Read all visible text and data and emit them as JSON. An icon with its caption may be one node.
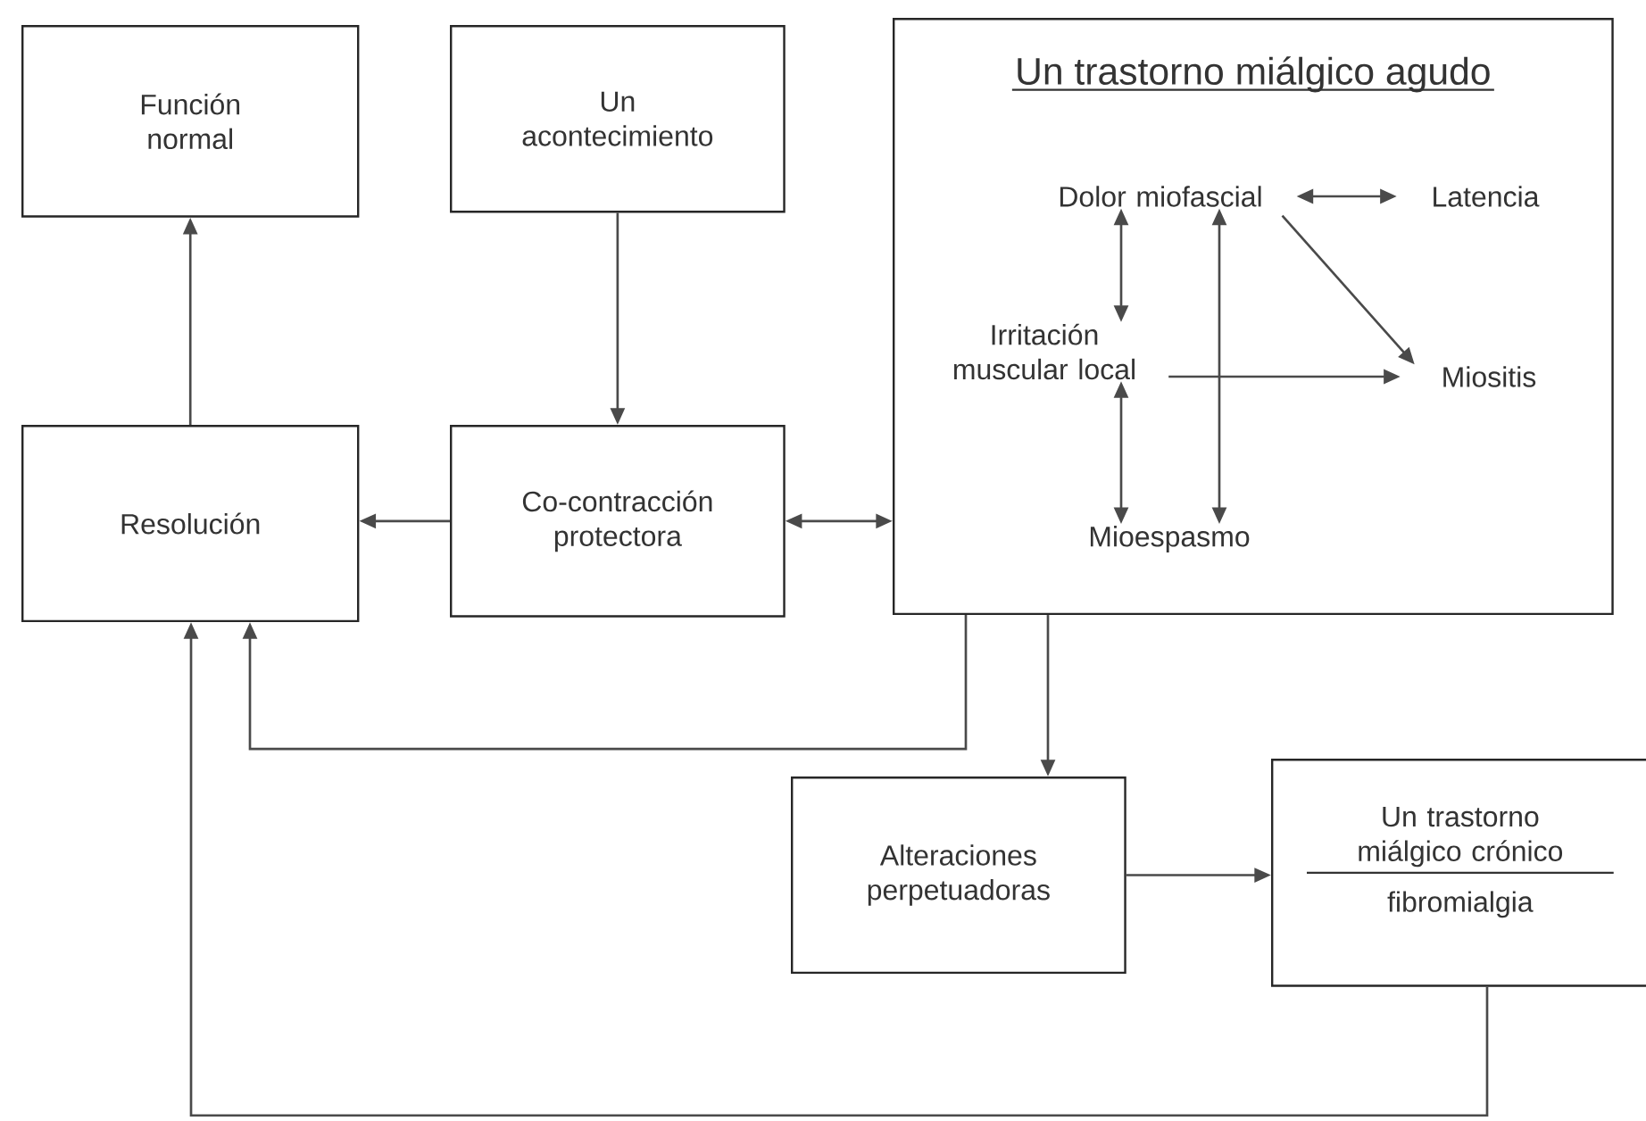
{
  "diagram": {
    "nodes": [
      {
        "text": [
          "Función normal"
        ]
      },
      {
        "text": [
          "Un acontecimiento"
        ]
      },
      {
        "text": [
          "Un trastorno miálgico agudo"
        ]
      },
      {
        "text": [
          "Dolor miofascial"
        ],
        "in": 2
      },
      {
        "text": [
          "Latencia"
        ],
        "in": 2
      },
      {
        "text": [
          "Irritación muscular local"
        ],
        "in": 2
      },
      {
        "text": [
          "Miositis"
        ],
        "in": 2
      },
      {
        "text": [
          "Mioespasmo"
        ],
        "in": 2
      },
      {
        "text": [
          "Resolución"
        ]
      },
      {
        "text": [
          "Co-contracción protectora"
        ]
      },
      {
        "text": [
          "Alteraciones perpetuadoras"
        ]
      },
      {
        "text": [
          "Un trastorno miálgico crónico",
          "fibromialgia"
        ]
      }
    ],
    "edges": [
      {
        "from": 8,
        "to": 0,
        "arrow": "to"
      },
      {
        "from": 1,
        "to": 9,
        "arrow": "to"
      },
      {
        "from": 9,
        "to": 8,
        "arrow": "to"
      },
      {
        "from": 9,
        "to": 2,
        "arrow": "both"
      },
      {
        "from": 3,
        "to": 4,
        "arrow": "both"
      },
      {
        "from": 3,
        "to": 5,
        "arrow": "both"
      },
      {
        "from": 3,
        "to": 7,
        "arrow": "both"
      },
      {
        "from": 3,
        "to": 6,
        "arrow": "to"
      },
      {
        "from": 5,
        "to": 6,
        "arrow": "to"
      },
      {
        "from": 5,
        "to": 7,
        "arrow": "both"
      },
      {
        "from": 2,
        "to": 8,
        "arrow": "to"
      },
      {
        "from": 2,
        "to": 10,
        "arrow": "to"
      },
      {
        "from": 10,
        "to": 11,
        "arrow": "to"
      },
      {
        "from": 11,
        "to": 8,
        "arrow": "to"
      }
    ]
  }
}
